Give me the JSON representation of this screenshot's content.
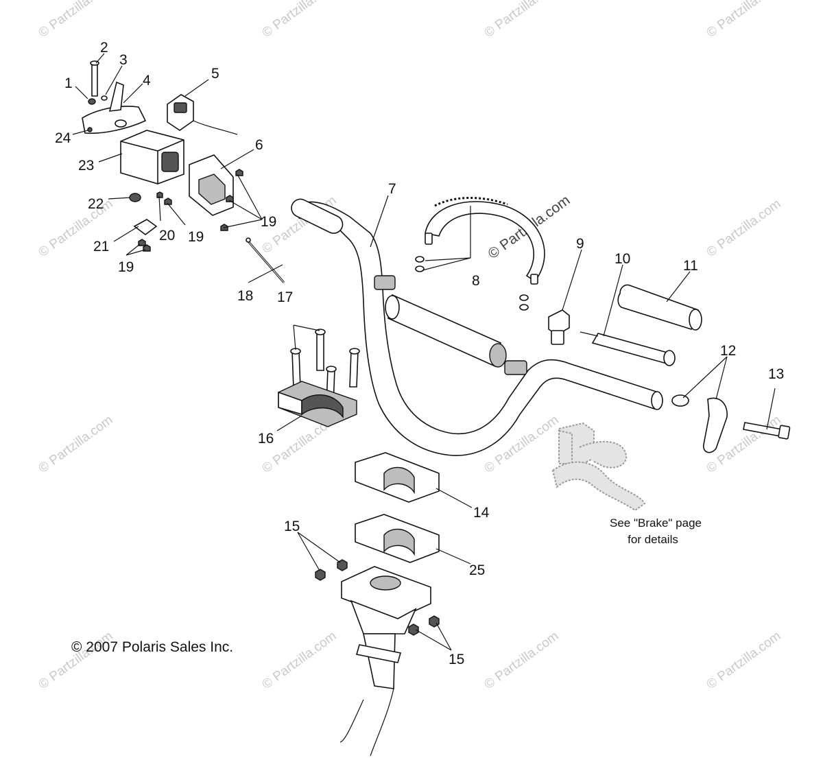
{
  "diagram": {
    "callouts": [
      "1",
      "2",
      "3",
      "4",
      "5",
      "6",
      "7",
      "8",
      "9",
      "10",
      "11",
      "12",
      "13",
      "14",
      "15",
      "15",
      "16",
      "17",
      "18",
      "19",
      "19",
      "19",
      "20",
      "21",
      "22",
      "23",
      "24",
      "25"
    ],
    "brake_note": [
      "See \"Brake\" page",
      "for details"
    ],
    "copyright": "© 2007 Polaris Sales Inc.",
    "watermark": "© Partzilla.com"
  }
}
